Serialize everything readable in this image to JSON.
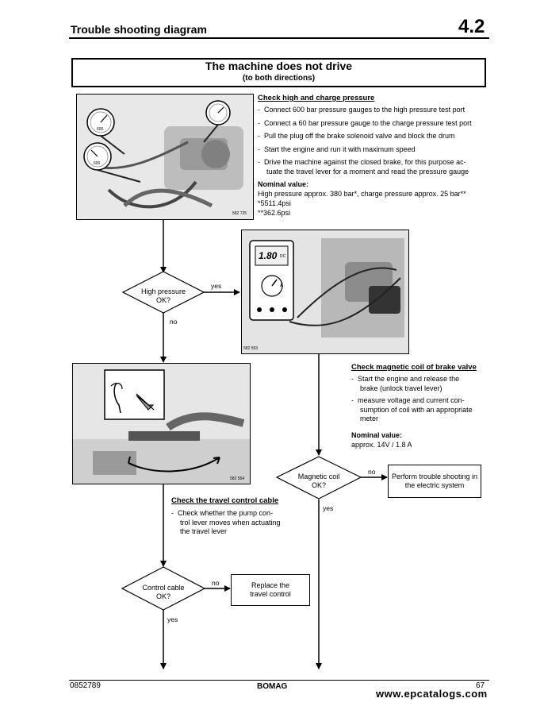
{
  "header": {
    "title": "Trouble shooting diagram",
    "section": "4.2"
  },
  "title_box": {
    "main": "The machine does not drive",
    "sub": "(to both directions)"
  },
  "photos": {
    "p1_id": "582 725",
    "p2_id": "582 553",
    "p3_id": "582 554",
    "meter_reading": "1.80",
    "meter_unit": "DC"
  },
  "section1": {
    "heading": "Check high and charge pressure",
    "bullets": [
      "Connect 600 bar pressure gauges to the high pressure test port",
      "Connect a 60 bar pressure gauge to the charge pressure test port",
      "Pull the plug off the brake solenoid valve and block the drum",
      "Start the engine and run it with maximum speed",
      "Drive the machine against the closed brake, for this purpose ac-",
      "tuate the travel lever for a moment and read the pressure gauge"
    ],
    "nominal_label": "Nominal value:",
    "nominal_lines": [
      "High pressure approx. 380 bar*, charge pressure approx. 25 bar**",
      "*5511.4psi",
      "**362.6psi"
    ]
  },
  "section2": {
    "heading": "Check magnetic coil of brake valve",
    "bullets": [
      "Start the engine and release the",
      "brake (unlock travel lever)",
      "measure voltage and current con-",
      "sumption of coil with an appropriate",
      "meter"
    ],
    "nominal_label": "Nominal value:",
    "nominal_value": "approx. 14V / 1.8 A"
  },
  "section3": {
    "heading": "Check the travel control cable",
    "bullets": [
      "Check whether the pump con-",
      "trol lever moves when actuating",
      "the travel lever"
    ]
  },
  "flow": {
    "d1_l1": "High pressure",
    "d1_l2": "OK?",
    "d2_l1": "Magnetic coil",
    "d2_l2": "OK?",
    "d3_l1": "Control cable",
    "d3_l2": "OK?",
    "yes": "yes",
    "no": "no",
    "box_electric_l1": "Perform trouble shooting in",
    "box_electric_l2": "the electric system",
    "box_replace_l1": "Replace the",
    "box_replace_l2": "travel control"
  },
  "footer": {
    "doc": "0852789",
    "brand": "BOMAG",
    "page": "67",
    "watermark": "www.epcatalogs.com"
  }
}
